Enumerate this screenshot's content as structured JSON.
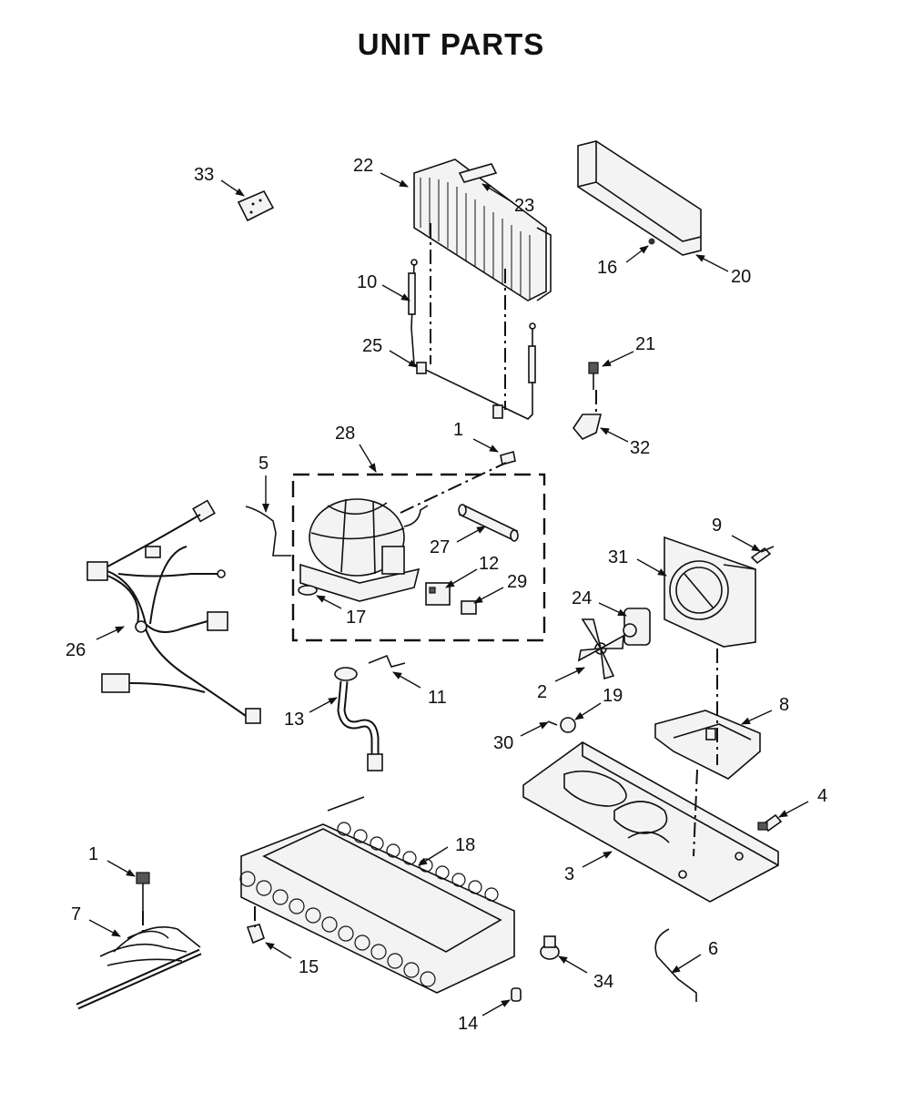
{
  "title": "UNIT PARTS",
  "callouts": [
    {
      "id": "c33",
      "label": "33"
    },
    {
      "id": "c22",
      "label": "22"
    },
    {
      "id": "c23",
      "label": "23"
    },
    {
      "id": "c16",
      "label": "16"
    },
    {
      "id": "c20",
      "label": "20"
    },
    {
      "id": "c10",
      "label": "10"
    },
    {
      "id": "c25",
      "label": "25"
    },
    {
      "id": "c21",
      "label": "21"
    },
    {
      "id": "c32",
      "label": "32"
    },
    {
      "id": "c28",
      "label": "28"
    },
    {
      "id": "c1a",
      "label": "1"
    },
    {
      "id": "c5",
      "label": "5"
    },
    {
      "id": "c27",
      "label": "27"
    },
    {
      "id": "c12",
      "label": "12"
    },
    {
      "id": "c29",
      "label": "29"
    },
    {
      "id": "c17",
      "label": "17"
    },
    {
      "id": "c26",
      "label": "26"
    },
    {
      "id": "c9",
      "label": "9"
    },
    {
      "id": "c31",
      "label": "31"
    },
    {
      "id": "c24",
      "label": "24"
    },
    {
      "id": "c2",
      "label": "2"
    },
    {
      "id": "c19",
      "label": "19"
    },
    {
      "id": "c30",
      "label": "30"
    },
    {
      "id": "c8",
      "label": "8"
    },
    {
      "id": "c11",
      "label": "11"
    },
    {
      "id": "c13",
      "label": "13"
    },
    {
      "id": "c4",
      "label": "4"
    },
    {
      "id": "c18",
      "label": "18"
    },
    {
      "id": "c1b",
      "label": "1"
    },
    {
      "id": "c7",
      "label": "7"
    },
    {
      "id": "c3",
      "label": "3"
    },
    {
      "id": "c15",
      "label": "15"
    },
    {
      "id": "c6",
      "label": "6"
    },
    {
      "id": "c34",
      "label": "34"
    },
    {
      "id": "c14",
      "label": "14"
    }
  ]
}
